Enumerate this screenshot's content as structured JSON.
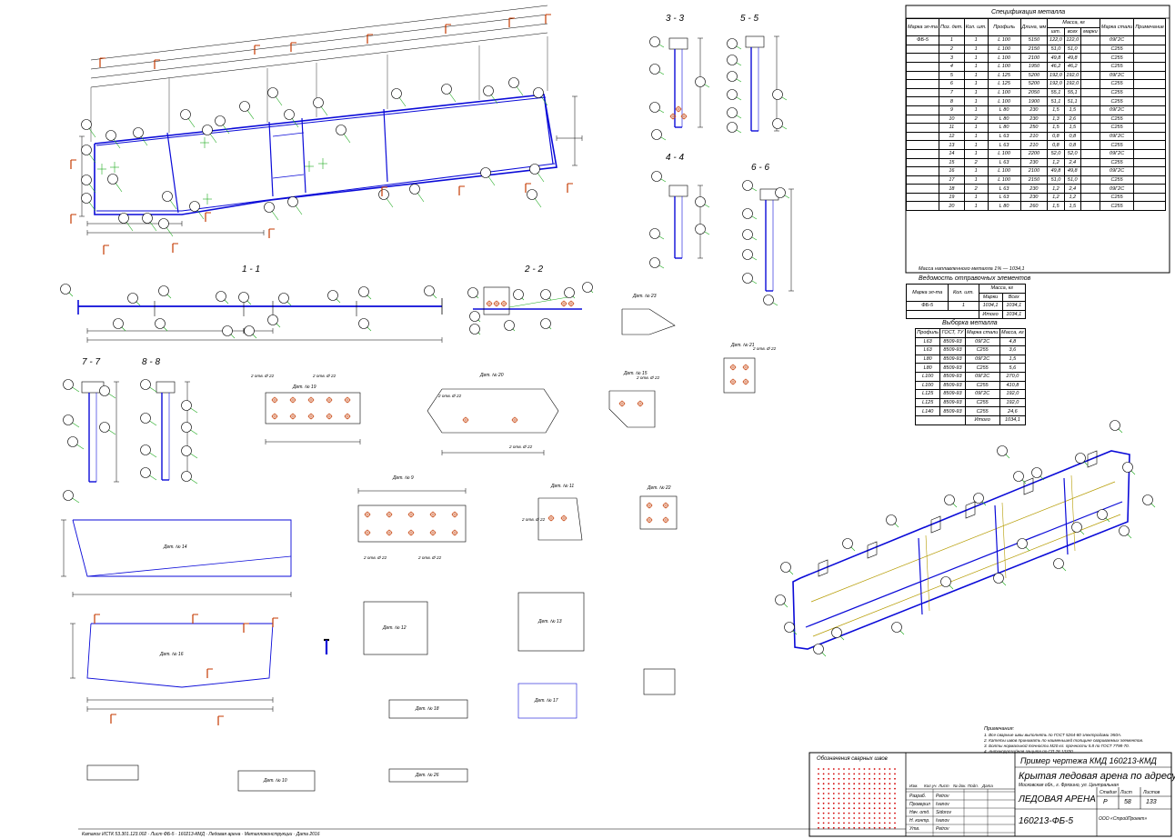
{
  "section_titles": [
    "3 - 3",
    "5 - 5",
    "4 - 4",
    "6 - 6",
    "1 - 1",
    "2 - 2",
    "7 - 7",
    "8 - 8"
  ],
  "spec": {
    "title": "Спецификация металла",
    "headers": [
      "Марка эл-та",
      "Поз. дет.",
      "Кол. шт.",
      "Профиль",
      "Длина, мм",
      "Масса, кг",
      "Марка стали",
      "Примечание"
    ],
    "mass_sub": [
      "шт.",
      "всех",
      "марки"
    ],
    "mark": "ФБ-5",
    "rows": [
      [
        "1",
        "1",
        "L 100",
        "5150",
        "122,0",
        "122,0",
        "09Г2С",
        ""
      ],
      [
        "2",
        "1",
        "L 100",
        "2150",
        "51,0",
        "51,0",
        "С255",
        ""
      ],
      [
        "3",
        "1",
        "L 100",
        "2100",
        "49,8",
        "49,8",
        "С255",
        ""
      ],
      [
        "4",
        "1",
        "L 100",
        "1950",
        "46,2",
        "46,2",
        "С255",
        ""
      ],
      [
        "5",
        "1",
        "L 125",
        "5200",
        "192,0",
        "192,0",
        "09Г2С",
        ""
      ],
      [
        "6",
        "1",
        "L 125",
        "5200",
        "192,0",
        "192,0",
        "С255",
        ""
      ],
      [
        "7",
        "1",
        "L 100",
        "2050",
        "55,1",
        "55,1",
        "С255",
        ""
      ],
      [
        "8",
        "1",
        "L 100",
        "1900",
        "51,1",
        "51,1",
        "С255",
        ""
      ],
      [
        "9",
        "1",
        "L 80",
        "230",
        "1,5",
        "1,5",
        "09Г2С",
        ""
      ],
      [
        "10",
        "2",
        "L 80",
        "230",
        "1,3",
        "2,6",
        "С255",
        ""
      ],
      [
        "11",
        "1",
        "L 80",
        "250",
        "1,5",
        "1,5",
        "С255",
        ""
      ],
      [
        "12",
        "1",
        "L 63",
        "210",
        "0,8",
        "0,8",
        "09Г2С",
        ""
      ],
      [
        "13",
        "1",
        "L 63",
        "210",
        "0,8",
        "0,8",
        "С255",
        ""
      ],
      [
        "14",
        "1",
        "L 100",
        "2200",
        "52,0",
        "52,0",
        "09Г2С",
        ""
      ],
      [
        "15",
        "2",
        "L 63",
        "230",
        "1,2",
        "2,4",
        "С255",
        ""
      ],
      [
        "16",
        "1",
        "L 100",
        "2100",
        "49,8",
        "49,8",
        "09Г2С",
        ""
      ],
      [
        "17",
        "1",
        "L 100",
        "2150",
        "51,0",
        "51,0",
        "С255",
        ""
      ],
      [
        "18",
        "2",
        "L 63",
        "230",
        "1,2",
        "2,4",
        "09Г2С",
        ""
      ],
      [
        "19",
        "1",
        "L 63",
        "230",
        "1,2",
        "1,2",
        "С255",
        ""
      ],
      [
        "20",
        "1",
        "L 80",
        "260",
        "1,5",
        "1,5",
        "С255",
        ""
      ]
    ],
    "footer": "Масса наплавленного металла 1% — 1034,1",
    "footer_total": "1034,1"
  },
  "elements_table": {
    "title": "Ведомость отправочных элементов",
    "headers": [
      "Марка эл-та",
      "Кол. шт.",
      "Масса, кг",
      "Марки",
      "Всех"
    ],
    "rows": [
      [
        "ФБ-5",
        "1",
        "1034,1",
        "1034,1"
      ]
    ],
    "total_label": "Итого",
    "total": "1034,1"
  },
  "steel_table": {
    "title": "Выборка металла",
    "headers": [
      "Профиль",
      "ГОСТ, ТУ",
      "Марка стали",
      "Масса, кг"
    ],
    "rows": [
      [
        "L63",
        "8509-93",
        "09Г2С",
        "4,8"
      ],
      [
        "L63",
        "8509-93",
        "С255",
        "3,6"
      ],
      [
        "L80",
        "8509-93",
        "09Г2С",
        "1,5"
      ],
      [
        "L80",
        "8509-93",
        "С255",
        "5,6"
      ],
      [
        "L100",
        "8509-93",
        "09Г2С",
        "270,0"
      ],
      [
        "L100",
        "8509-93",
        "С255",
        "410,8"
      ],
      [
        "L125",
        "8509-93",
        "09Г2С",
        "192,0"
      ],
      [
        "L125",
        "8509-93",
        "С255",
        "192,0"
      ],
      [
        "L140",
        "8509-93",
        "С255",
        "24,6"
      ]
    ],
    "total_label": "Итого",
    "total": "1034,1"
  },
  "details": [
    {
      "name": "Дет. № 19",
      "w": 110,
      "h": 52
    },
    {
      "name": "Дет. № 20",
      "w": 68,
      "h": 58
    },
    {
      "name": "Дет. № 15",
      "w": 74,
      "h": 40
    },
    {
      "name": "Дет. № 21",
      "w": 92,
      "h": 56
    },
    {
      "name": "Дет. № 9",
      "w": 60,
      "h": 48
    },
    {
      "name": "Дет. № 11",
      "w": 96,
      "h": 54
    },
    {
      "name": "Дет. № 22",
      "w": 72,
      "h": 52
    },
    {
      "name": "Дет. № 23",
      "w": 64,
      "h": 44
    }
  ],
  "bolt_label": "2 отв. Ø 22",
  "large_details": [
    "Дет. № 14",
    "Дет. № 16"
  ],
  "bottom_details": [
    "Дет. № 12",
    "Дет. № 13",
    "Дет. № 18",
    "Дет. № 17",
    "Дет. № 10",
    "Дет. № 26"
  ],
  "notes": {
    "title": "Примечания:",
    "lines": [
      "1. Все сварные швы выполнять по ГОСТ 5264-80 электродами Э50А.",
      "2. Катеты швов принимать по наименьшей толщине свариваемых элементов.",
      "3. Болты нормальной точности М20 кл. прочности 5.8 по ГОСТ 7798-70.",
      "4. Антикоррозийная защита по СП 28.13330."
    ]
  },
  "weld_legend": "Обозначения сварных швов",
  "title_block": {
    "code_header": "Пример чертежа КМД   160213-КМД",
    "object": "Крытая ледовая арена по адресу",
    "object_sub": "Московская обл., г. Фрязино, ул. Центральная",
    "sheet_name": "ЛЕДОВАЯ АРЕНА",
    "drawing": "160213-ФБ-5",
    "stage_label": "Стадия",
    "sheet_label": "Лист",
    "sheets_label": "Листов",
    "stage": "Р",
    "sheet": "58",
    "sheets": "133",
    "roles": [
      "Разраб.",
      "Проверил",
      "Нач. отд.",
      "Н. контр.",
      "Утв."
    ],
    "persons": [
      "Petrov",
      "Ivanov",
      "Sidorov",
      "Ivanov",
      "Petrov"
    ],
    "head": [
      "Изм.",
      "Кол.уч.",
      "Лист",
      "№ док.",
      "Подп.",
      "Дата"
    ],
    "company": "ООО «СтройПроект»"
  },
  "bottom_strip": "Каталог ИСТК 53.301.123.002 · Лист ФБ-5 · 160213-КМД · Ледовая арена · Металлоконструкции · Дата 2016",
  "colors": {
    "line": "#000000",
    "member": "#0a0ad8",
    "leader": "#1faa1f",
    "annot": "#c43a00"
  }
}
